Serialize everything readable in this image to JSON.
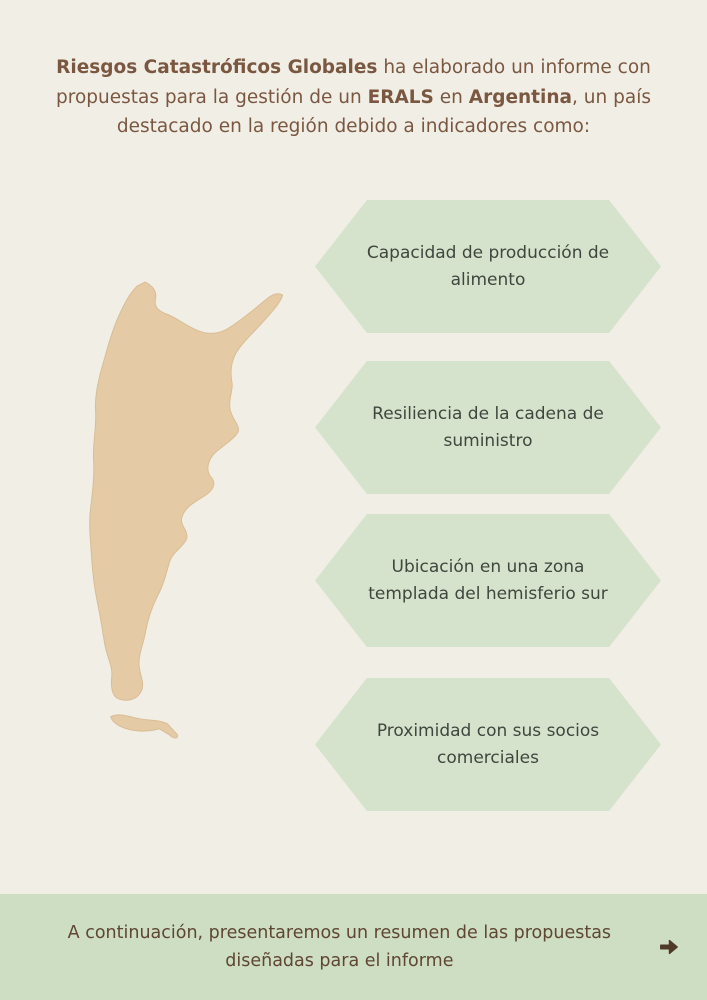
{
  "intro": {
    "part1_bold": "Riesgos Catastróficos Globales",
    "part2": " ha elaborado un informe con propuestas para la gestión de un ",
    "part3_bold": "ERALS",
    "part4": " en ",
    "part5_bold": "Argentina",
    "part6": ", un país destacado en la región debido a indicadores como:"
  },
  "indicators": [
    {
      "label": "Capacidad de producción de alimento"
    },
    {
      "label": "Resiliencia de la cadena de suministro"
    },
    {
      "label": "Ubicación en una zona templada del hemisferio sur"
    },
    {
      "label": "Proximidad con sus socios comerciales"
    }
  ],
  "map": {
    "name": "Argentina silhouette"
  },
  "footer": {
    "text": "A continuación, presentaremos un resumen de las propuestas diseñadas para el informe"
  },
  "colors": {
    "background": "#f1eee6",
    "hexagon": "#d6e3cc",
    "map": "#e4cba6",
    "map_edge": "#d9bd94",
    "heading_text": "#7a5740",
    "body_text": "#3f463e",
    "footer_band": "#cddec3",
    "footer_text": "#5f4632",
    "arrow": "#4f3a28"
  }
}
